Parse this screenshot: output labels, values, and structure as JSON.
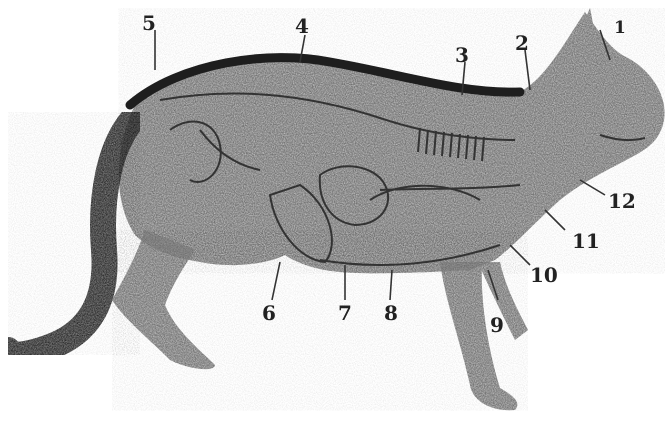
{
  "figure": {
    "subject": "cat",
    "labels": [
      "1",
      "2",
      "3",
      "4",
      "5",
      "6",
      "7",
      "8",
      "9",
      "10",
      "11",
      "12"
    ]
  }
}
